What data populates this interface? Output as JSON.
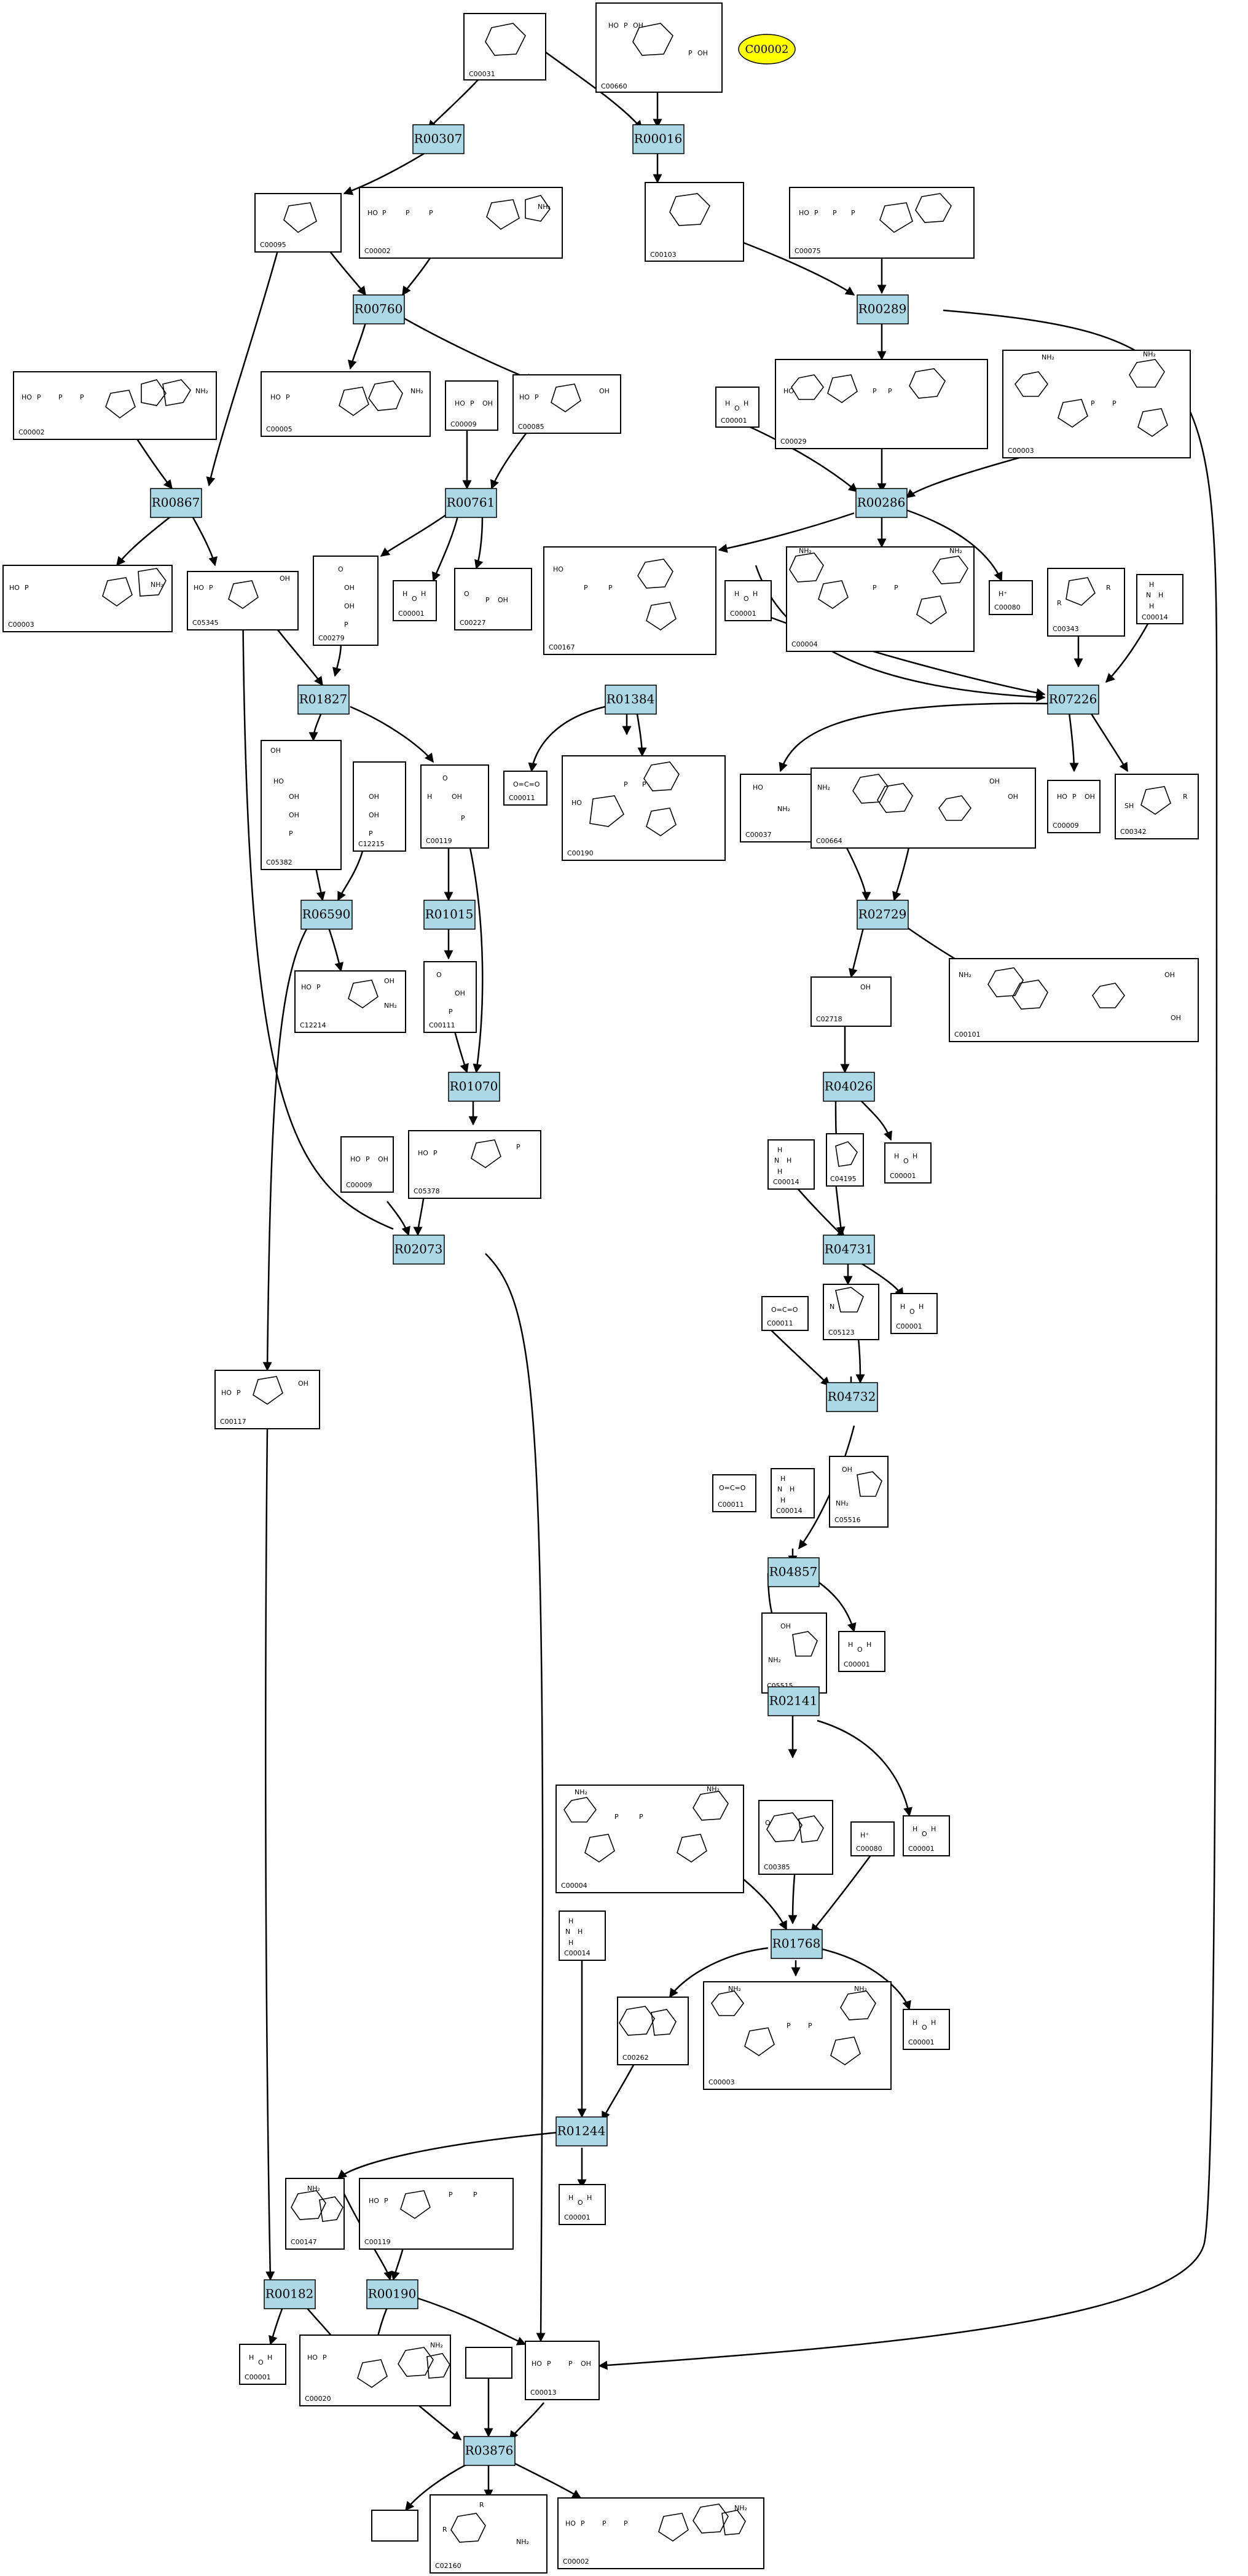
{
  "key_node": "C00002",
  "reactions": [
    "R00307",
    "R00016",
    "R00760",
    "R00289",
    "R00867",
    "R00761",
    "R00286",
    "R01827",
    "R01384",
    "R07226",
    "R06590",
    "R01015",
    "R02729",
    "R01070",
    "R04026",
    "R02073",
    "R04731",
    "R04732",
    "R04857",
    "R02141",
    "R01768",
    "R01244",
    "R00182",
    "R00190",
    "R03876"
  ],
  "compounds": {
    "c1": "C00031",
    "c2": "C00660",
    "c3": "C00095",
    "c4": "C00002",
    "c5": "C00103",
    "c6": "C00075",
    "c7": "C00002",
    "c8": "C00005",
    "c9": "C00009",
    "c10": "C00085",
    "c11": "C00001",
    "c12": "C00029",
    "c13": "C00003",
    "c14": "C00003",
    "c15": "C05345",
    "c16": "C00279",
    "c17": "C00001",
    "c18": "C00227",
    "c19": "C00167",
    "c20": "C00004",
    "c21": "C00001",
    "c22": "C00080",
    "c23": "C00343",
    "c24": "C00014",
    "c25": "C05382",
    "c26": "C12215",
    "c27": "C00119",
    "c28": "C00011",
    "c29": "C00190",
    "c30": "C00037",
    "c31": "C00664",
    "c32": "C00009",
    "c33": "C00342",
    "c34": "C12214",
    "c35": "C00111",
    "c36": "C02718",
    "c37": "C00101",
    "c38": "C00009",
    "c39": "C05378",
    "c40": "C00014",
    "c41": "C04195",
    "c42": "C00001",
    "c43": "C00011",
    "c44": "C05123",
    "c45": "C00001",
    "c46": "C00117",
    "c47": "C00011",
    "c48": "C00014",
    "c49": "C05516",
    "c50": "C05515",
    "c51": "C00001",
    "c52": "C00004",
    "c53": "C00385",
    "c54": "C00080",
    "c55": "C00001",
    "c56": "C00014",
    "c57": "C00262",
    "c58": "C00003",
    "c59": "C00001",
    "c60": "C00001",
    "c61": "C00147",
    "c62": "C00119",
    "c63": "C00001",
    "c64": "C00020",
    "c65": "C00013",
    "c66": "C02160",
    "c67": "C00002"
  },
  "formula_text": {
    "h2o": "H₂O",
    "hplus": "H⁺",
    "nh3": "NH₃",
    "co2": "O=C=O",
    "nh2": "NH₂",
    "oh": "OH",
    "ho": "HO",
    "p": "P",
    "o": "O",
    "n": "N",
    "h": "H",
    "r": "R",
    "sh": "SH"
  }
}
